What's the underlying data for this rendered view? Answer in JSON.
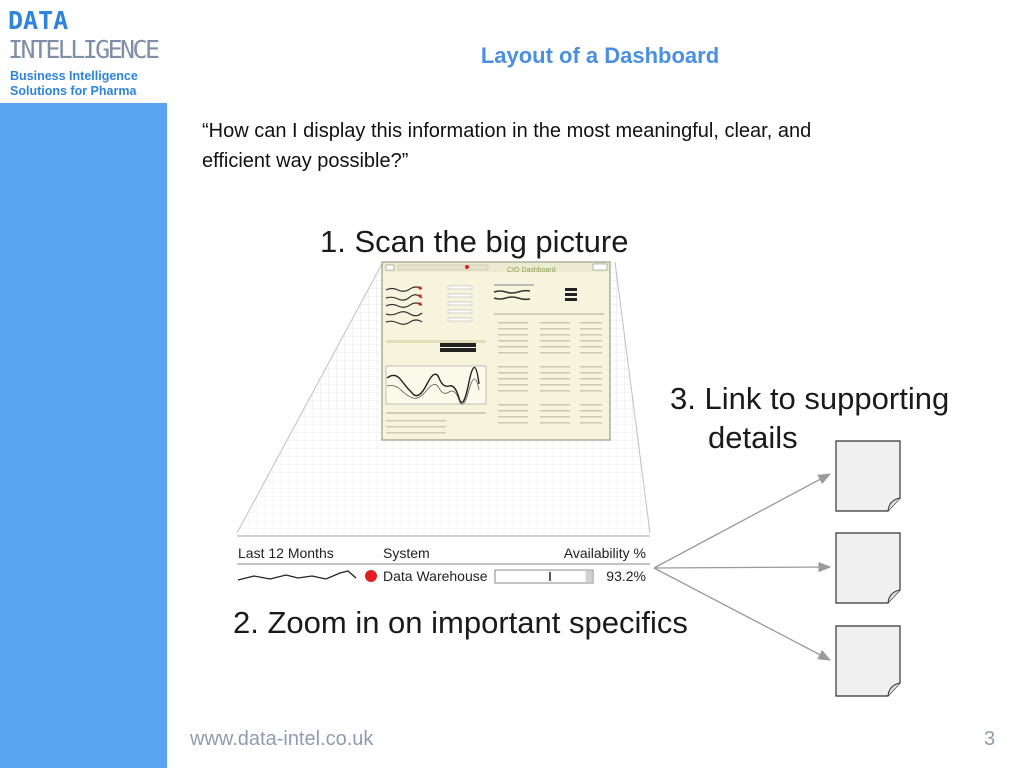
{
  "logo": {
    "line1": "DATA",
    "line2": "INTELLIGENCE",
    "tagline1": "Business Intelligence",
    "tagline2": "Solutions for Pharma"
  },
  "slide": {
    "title": "Layout of a Dashboard",
    "quote_line1": "“How can I display this information in the most meaningful, clear, and",
    "quote_line2": "efficient way possible?”",
    "page_number": "3"
  },
  "footer": {
    "url": "www.data-intel.co.uk"
  },
  "figure": {
    "step1": "1. Scan the big picture",
    "step2": "2. Zoom in on important specifics",
    "step3_line1": "3. Link to supporting",
    "step3_line2": "details",
    "thumbnail_title": "CIO Dashboard",
    "zoom_row": {
      "col1_header": "Last 12 Months",
      "col2_header": "System",
      "col3_header": "Availability %",
      "system_name": "Data Warehouse",
      "availability_value": "93.2%",
      "availability_fraction": 0.932,
      "status_color": "#e02020"
    },
    "supporting_docs_count": 3
  }
}
